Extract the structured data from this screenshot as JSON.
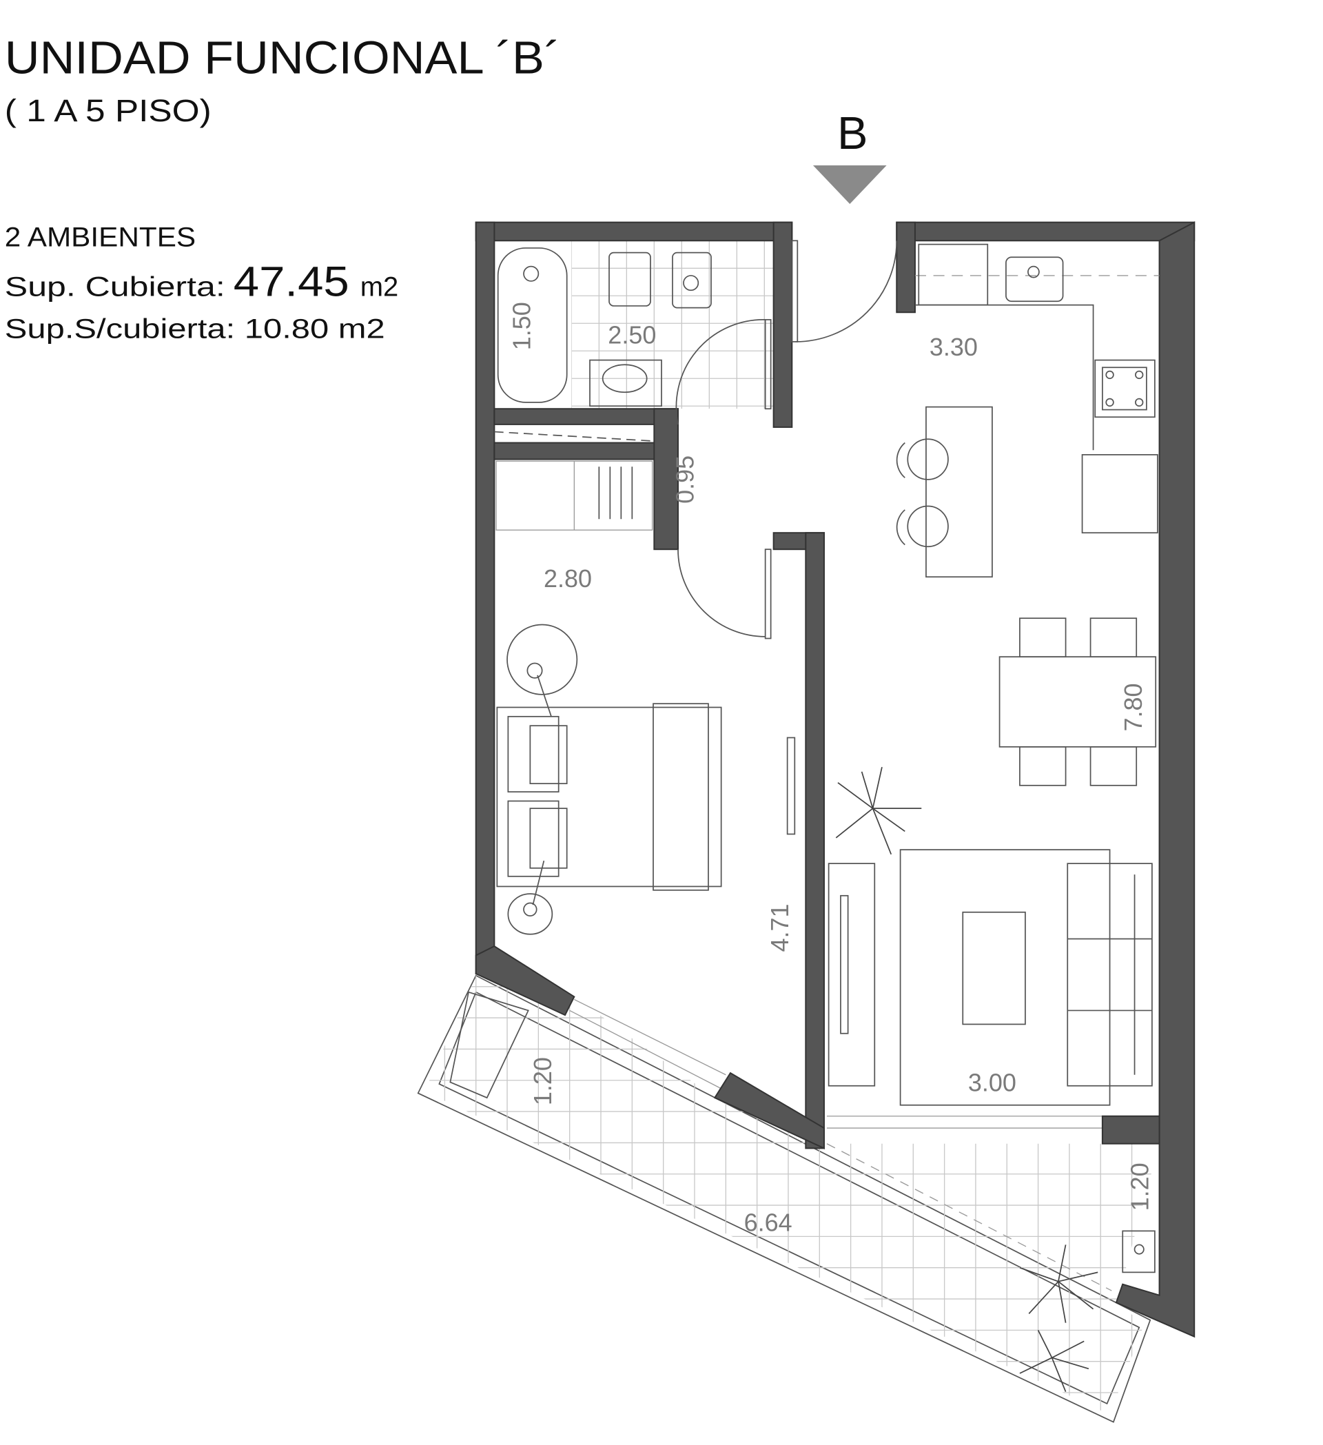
{
  "header": {
    "title": "UNIDAD FUNCIONAL ´B´",
    "subtitle": "( 1 A 5 PISO)"
  },
  "info": {
    "rooms": "2 AMBIENTES",
    "covered_label": "Sup. Cubierta:",
    "covered_value": "47.45",
    "covered_unit": "m2",
    "uncovered": "Sup.S/cubierta: 10.80 m2"
  },
  "marker": {
    "label": "B"
  },
  "dimensions": {
    "bath_width": "2.50",
    "tub_length": "1.50",
    "kitchen_width": "3.30",
    "hall_width": "0.95",
    "bedroom_width": "2.80",
    "living_length": "7.80",
    "bedroom_length": "4.71",
    "living_width": "3.00",
    "balcony_depth_left": "1.20",
    "balcony_length": "6.64",
    "balcony_depth_right": "1.20"
  },
  "colors": {
    "wall": "#555555",
    "dimension_text": "#7a7a7a",
    "marker": "#8a8a8a"
  }
}
